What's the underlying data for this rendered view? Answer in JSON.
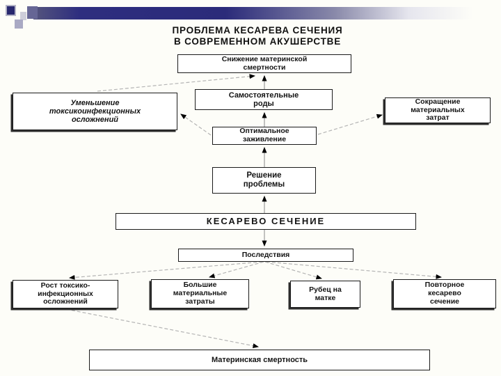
{
  "slide": {
    "title": "ПРОБЛЕМА КЕСАРЕВА СЕЧЕНИЯ\nВ СОВРЕМЕННОМ АКУШЕРСТВЕ"
  },
  "boxes": {
    "snizhenie_smertnosti": {
      "label": "Снижение материнской\nсмертности"
    },
    "umenshenie_oslozhneniy": {
      "label": "Уменьшение\nтоксикоинфекционных\nосложнений"
    },
    "samostoyatelnye_rody": {
      "label": "Самостоятельные\nроды"
    },
    "sokrashchenie_zatrat": {
      "label": "Сокращение\nматериальных\nзатрат"
    },
    "optimalnoe_zazhivlenie": {
      "label": "Оптимальное\nзаживление"
    },
    "reshenie_problemy": {
      "label": "Решение\nпроблемы"
    },
    "kesarevo_sechenie": {
      "label": "КЕСАРЕВО СЕЧЕНИЕ"
    },
    "posledstviya": {
      "label": "Последствия"
    },
    "rost_oslozhneniy": {
      "label": "Рост токсико-\nинфекционных\nосложнений"
    },
    "bolshie_zatraty": {
      "label": "Большие\nматериальные\nзатраты"
    },
    "rubets_na_matke": {
      "label": "Рубец на\nматке"
    },
    "povtornoe_kesarevo": {
      "label": "Повторное\nкесарево\nсечение"
    },
    "materinskaya_smertnost": {
      "label": "Материнская смертность"
    }
  },
  "colors": {
    "accent_bar_navy": "#2b2b7a",
    "accent_square_navy": "#28286e",
    "accent_square_slate": "#666695",
    "accent_square_lavender": "#a9a9c4",
    "box_border": "#1a1a1a",
    "connector_gray": "#b4b4b4",
    "arrowhead_black": "#000000",
    "background": "#fdfdf8"
  }
}
